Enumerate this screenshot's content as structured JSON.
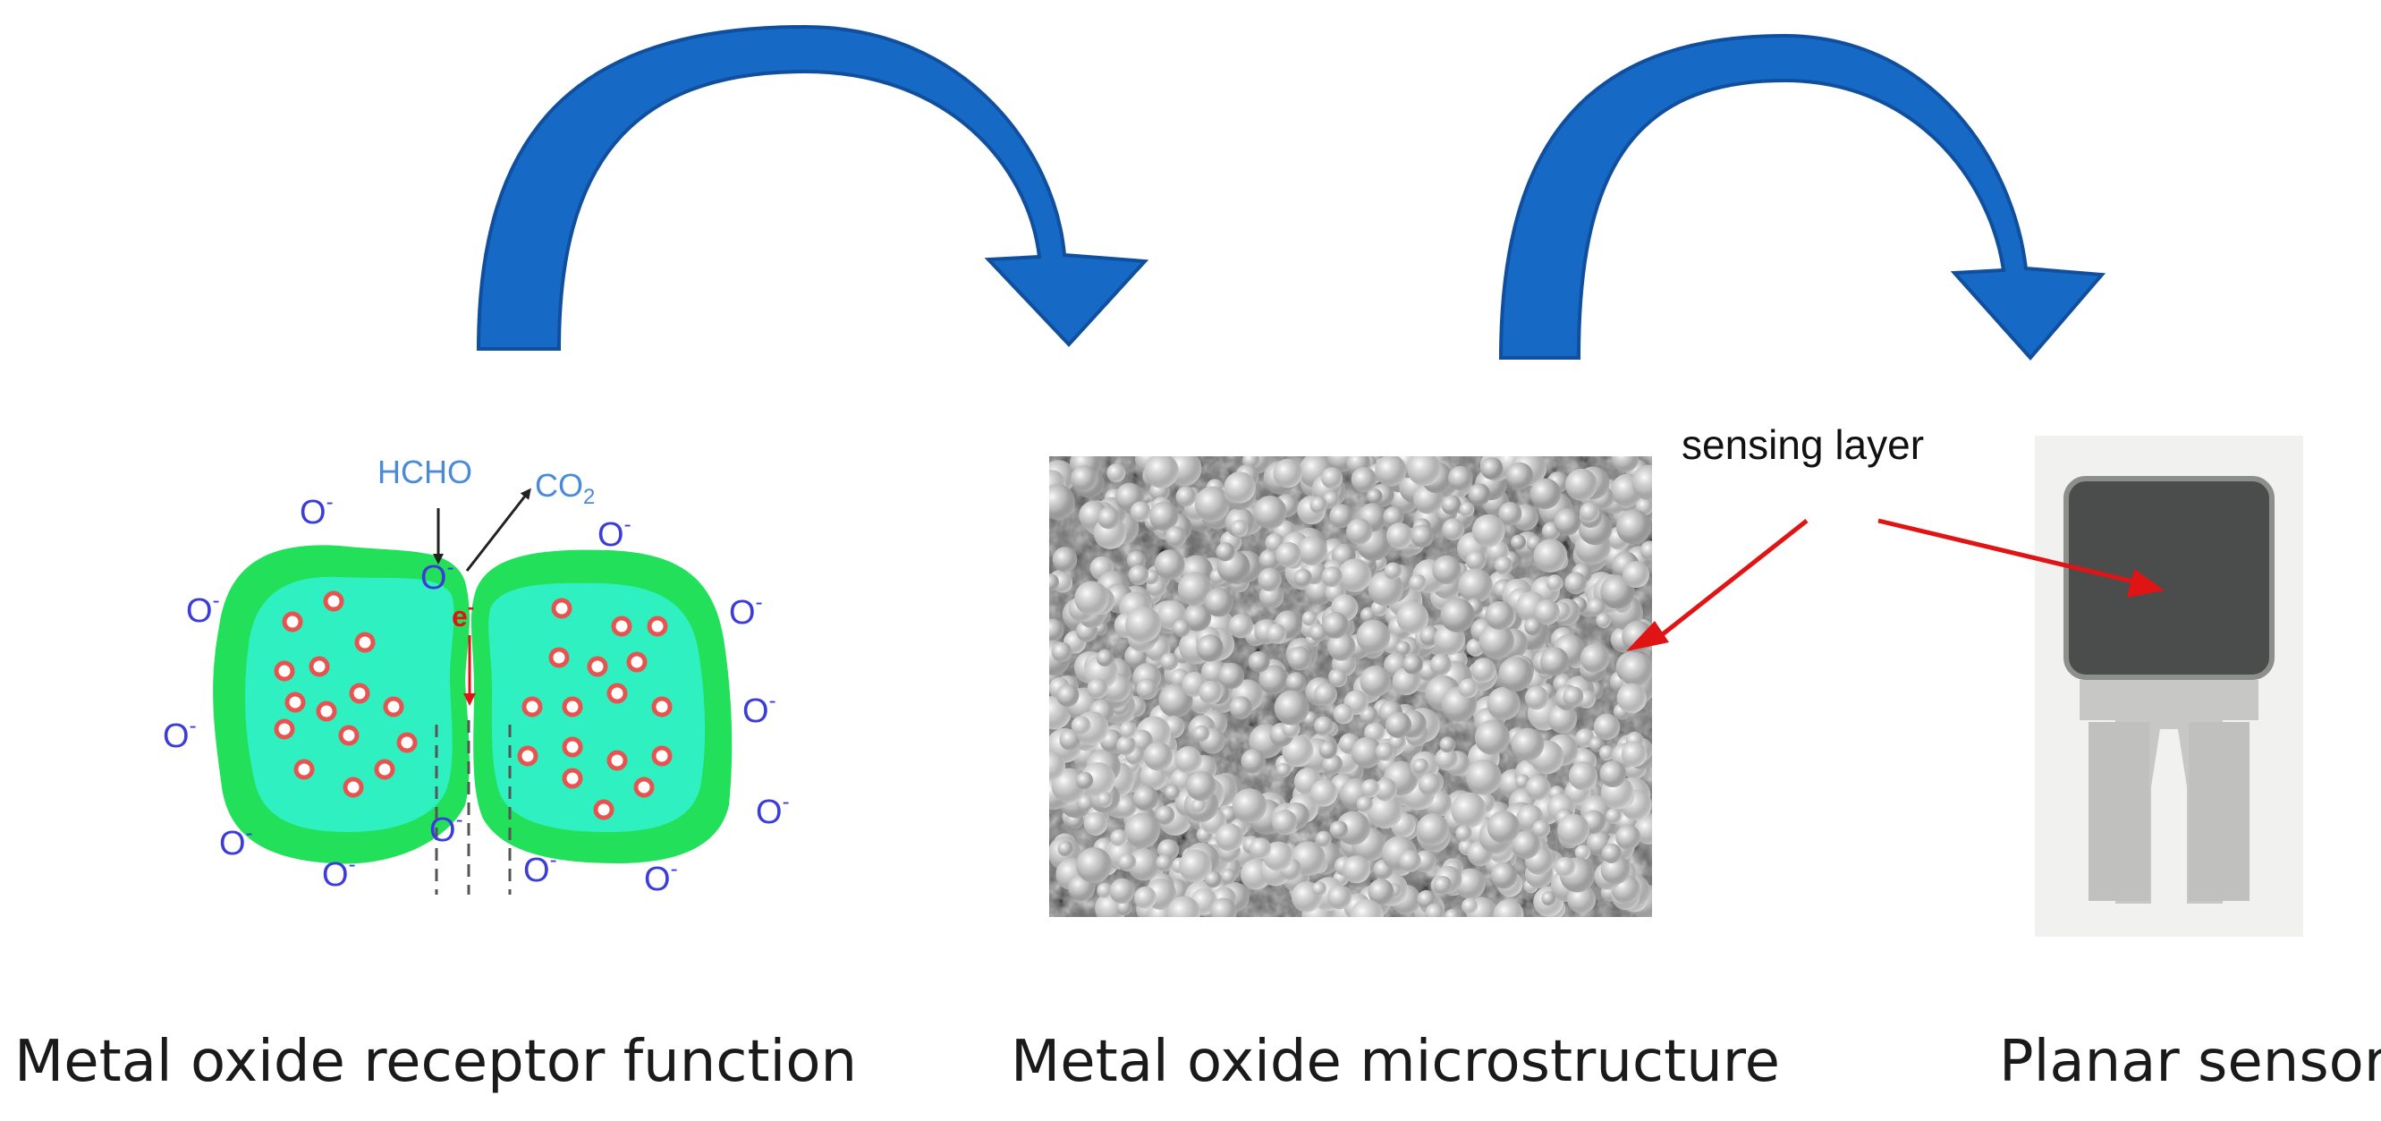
{
  "captions": {
    "receptor": "Metal oxide receptor function",
    "microstructure": "Metal oxide microstructure",
    "planar": "Planar sensor"
  },
  "labels": {
    "sensing_layer": "sensing layer",
    "hcho": "HCHO",
    "co2_base": "CO",
    "co2_sub": "2",
    "electron_base": "e",
    "electron_sup": "-",
    "oxygen_base": "O",
    "oxygen_sup": "-"
  },
  "colors": {
    "arrow_blue": "#1669c4",
    "arrow_blue_dark": "#0f4f9e",
    "grain_outer": "#22e05a",
    "grain_inner": "#2ef0c0",
    "dot_red": "#e8534f",
    "oxygen_blue": "#3c3cd8",
    "hcho_blue": "#4a8ad6",
    "pointer_red": "#e01414",
    "sensor_pad": "#4a4d4b"
  }
}
